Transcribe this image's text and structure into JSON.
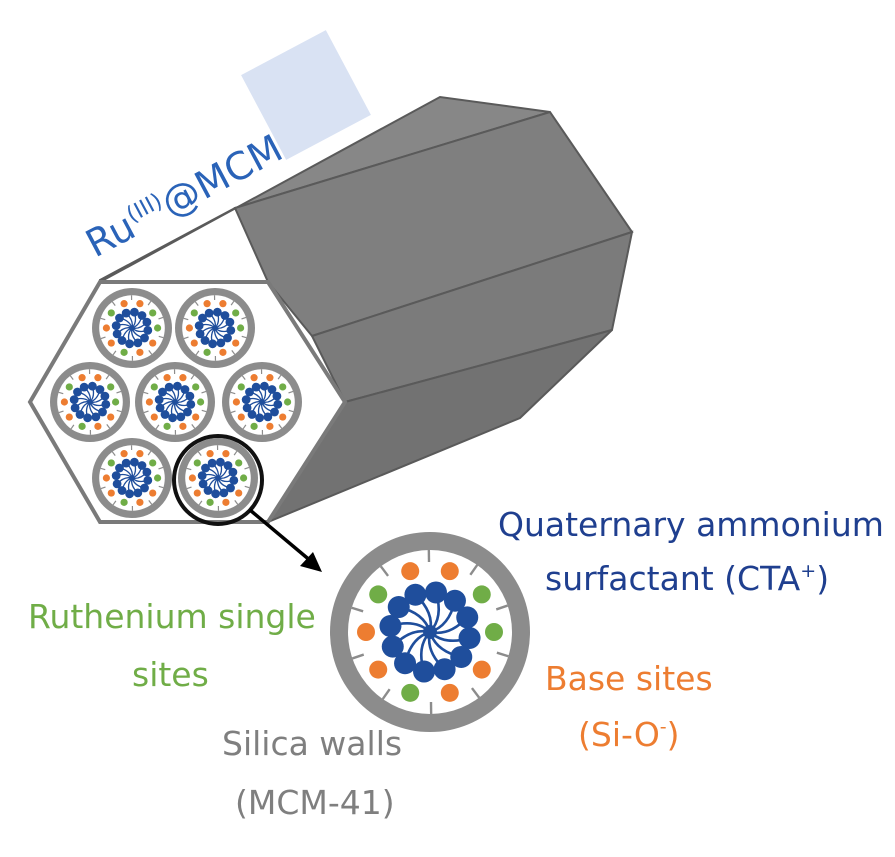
{
  "title": {
    "main": "Ru",
    "superscript": "(III)",
    "suffix": "@MCM"
  },
  "labels": {
    "surfactant_line1": "Quaternary ammonium",
    "surfactant_line2_main": "surfactant (CTA",
    "surfactant_line2_sup": "+",
    "surfactant_line2_end": ")",
    "ruthenium_line1": "Ruthenium single",
    "ruthenium_line2": "sites",
    "base_line1": "Base sites",
    "base_line2_main": "(Si-O",
    "base_line2_sup": "-",
    "base_line2_end": ")",
    "silica_line1": "Silica walls",
    "silica_line2": "(MCM-41)"
  },
  "colors": {
    "surfactant": "#1f4e9c",
    "surfactant_text": "#1f3f8f",
    "title_blue": "#2a63b8",
    "ruthenium": "#70ad47",
    "base": "#ed7d31",
    "silica": "#8c8c8c",
    "silica_text": "#7f7f7f",
    "prism_top": "#8a8a8a",
    "prism_side": "#7a7a7a",
    "prism_bottom": "#6e6e6e",
    "note_square": "#d9e2f3"
  }
}
